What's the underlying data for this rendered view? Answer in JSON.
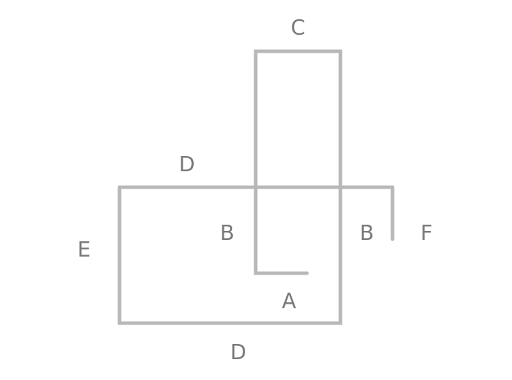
{
  "labels": {
    "c_top": "C",
    "d_top": "D",
    "e_left": "E",
    "b_inner": "B",
    "b_outer": "B",
    "f_right": "F",
    "a_bottom": "A",
    "d_bottom": "D"
  },
  "colors": {
    "line": "#b8b8b8",
    "text": "#7a7a7a",
    "background": "#ffffff"
  }
}
